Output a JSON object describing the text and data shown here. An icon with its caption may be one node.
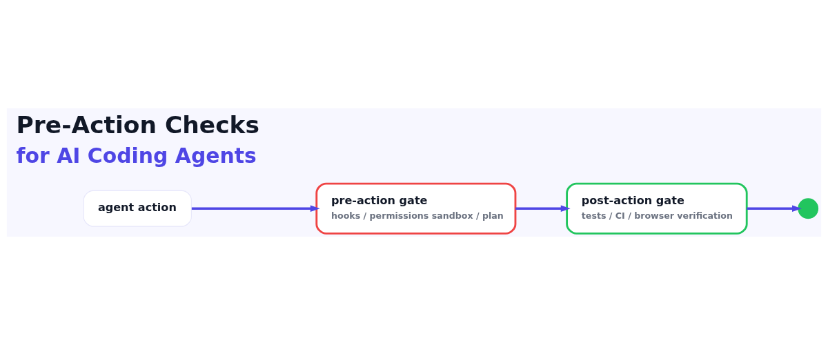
{
  "diagram": {
    "title": "Pre-Action Checks",
    "nodes": [
      {
        "text": [
          "agent action"
        ]
      },
      {
        "text": [
          "pre-action gate",
          "hooks / permissions sandbox / plan"
        ]
      },
      {
        "text": [
          "post-action gate",
          "tests / CI / browser verification"
        ]
      },
      {
        "text": [],
        "shape": "circle"
      }
    ],
    "edges": [
      {
        "from": 0,
        "to": 1,
        "arrow": "to"
      },
      {
        "from": 1,
        "to": 2,
        "arrow": "to"
      },
      {
        "from": 2,
        "to": 3,
        "arrow": "to"
      }
    ],
    "labels": [
      "for AI Coding Agents"
    ]
  }
}
